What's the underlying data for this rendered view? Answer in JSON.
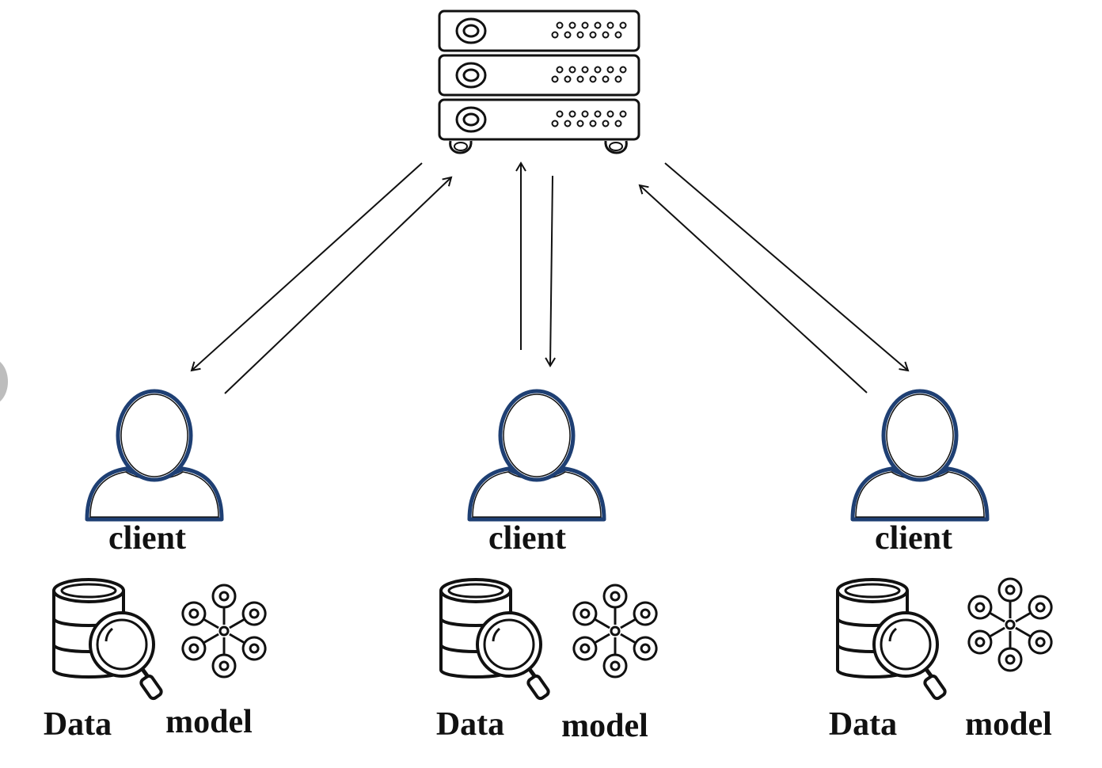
{
  "diagram": {
    "server": {
      "icon": "server-rack-icon",
      "units": 3
    },
    "clients": [
      {
        "label": "client",
        "data_label": "Data",
        "model_label": "model"
      },
      {
        "label": "client",
        "data_label": "Data",
        "model_label": "model"
      },
      {
        "label": "client",
        "data_label": "Data",
        "model_label": "model"
      }
    ],
    "colors": {
      "stroke": "#111111",
      "person_outline": "#1e3f73",
      "background": "#ffffff"
    }
  }
}
